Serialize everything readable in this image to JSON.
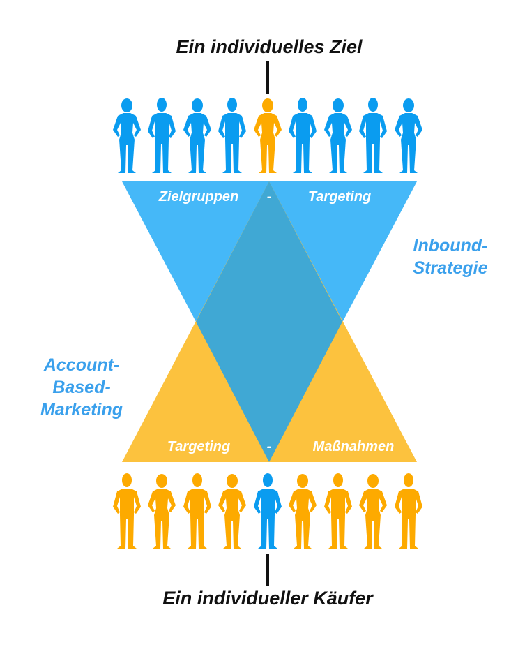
{
  "top_title": "Ein individuelles Ziel",
  "bottom_title": "Ein individueller Käufer",
  "inbound": {
    "line1": "Inbound-",
    "line2": "Strategie"
  },
  "abm": {
    "line1": "Account-",
    "line2": "Based-",
    "line3": "Marketing"
  },
  "top_triangle": {
    "left": "Zielgruppen",
    "sep": "-",
    "right": "Targeting"
  },
  "bottom_triangle": {
    "left": "Targeting",
    "sep": "-",
    "right": "Maßnahmen"
  },
  "colors": {
    "blue_figure": "#0a9cf0",
    "orange_figure": "#fdaa00",
    "blue_triangle": "#45b8f8",
    "orange_triangle": "#fcc23e",
    "overlap": "#40a8d4",
    "accent_text": "#3aa0ec"
  },
  "top_row": [
    "f",
    "m",
    "f",
    "m",
    "f",
    "m",
    "f",
    "m",
    "f"
  ],
  "top_row_highlight": 4,
  "bottom_row": [
    "m",
    "f",
    "m",
    "f",
    "m",
    "f",
    "m",
    "f",
    "m"
  ],
  "bottom_row_highlight": 4
}
